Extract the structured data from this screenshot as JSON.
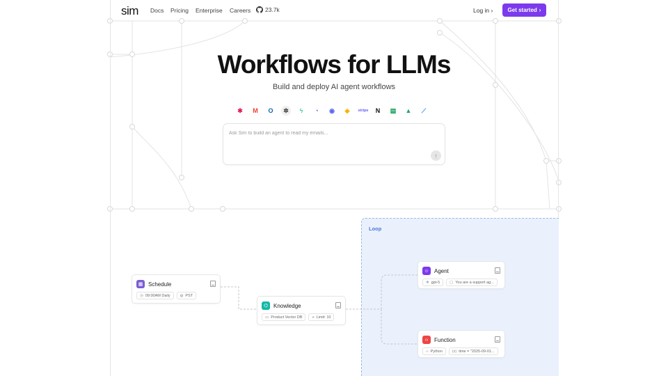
{
  "nav": {
    "logo": "sim",
    "links": [
      "Docs",
      "Pricing",
      "Enterprise",
      "Careers"
    ],
    "github_stars": "23.7k",
    "login": "Log in",
    "cta": "Get started"
  },
  "hero": {
    "title": "Workflows for LLMs",
    "subtitle": "Build and deploy AI agent workflows"
  },
  "integrations": [
    {
      "name": "slack-icon",
      "glyph": "✱",
      "color": "#e01e5a"
    },
    {
      "name": "gmail-icon",
      "glyph": "M",
      "color": "#ea4335"
    },
    {
      "name": "outlook-icon",
      "glyph": "O",
      "color": "#0a64ad"
    },
    {
      "name": "openai-icon",
      "glyph": "✲",
      "color": "#333333"
    },
    {
      "name": "supabase-icon",
      "glyph": "ϟ",
      "color": "#3ecf8e"
    },
    {
      "name": "linear-icon",
      "glyph": "◔",
      "color": "#5e6ad2"
    },
    {
      "name": "discord-icon",
      "glyph": "◉",
      "color": "#5865f2"
    },
    {
      "name": "airtable-icon",
      "glyph": "◆",
      "color": "#f8b400"
    },
    {
      "name": "stripe-icon",
      "glyph": "stripe",
      "color": "#635bff"
    },
    {
      "name": "notion-icon",
      "glyph": "N",
      "color": "#111111"
    },
    {
      "name": "google-sheets-icon",
      "glyph": "▤",
      "color": "#0f9d58"
    },
    {
      "name": "google-drive-icon",
      "glyph": "▲",
      "color": "#1fa463"
    },
    {
      "name": "jira-icon",
      "glyph": "⟋",
      "color": "#2684ff"
    }
  ],
  "prompt": {
    "placeholder": "Ask Sim to build an agent to read my emails..."
  },
  "workflow": {
    "loop_label": "Loop",
    "schedule": {
      "title": "Schedule",
      "chip1": "09:00AM Daily",
      "chip2": "PST",
      "color": "#7c5cd6"
    },
    "knowledge": {
      "title": "Knowledge",
      "chip1": "Product Vector DB",
      "chip2": "Limit: 10",
      "color": "#14b8a6"
    },
    "agent": {
      "title": "Agent",
      "chip1": "gpt-5",
      "chip2": "You are a support ag...",
      "color": "#7c3aed"
    },
    "function": {
      "title": "Function",
      "chip1": "Python",
      "chip2": "time = \"2025-09-01...",
      "color": "#ef4444"
    }
  }
}
